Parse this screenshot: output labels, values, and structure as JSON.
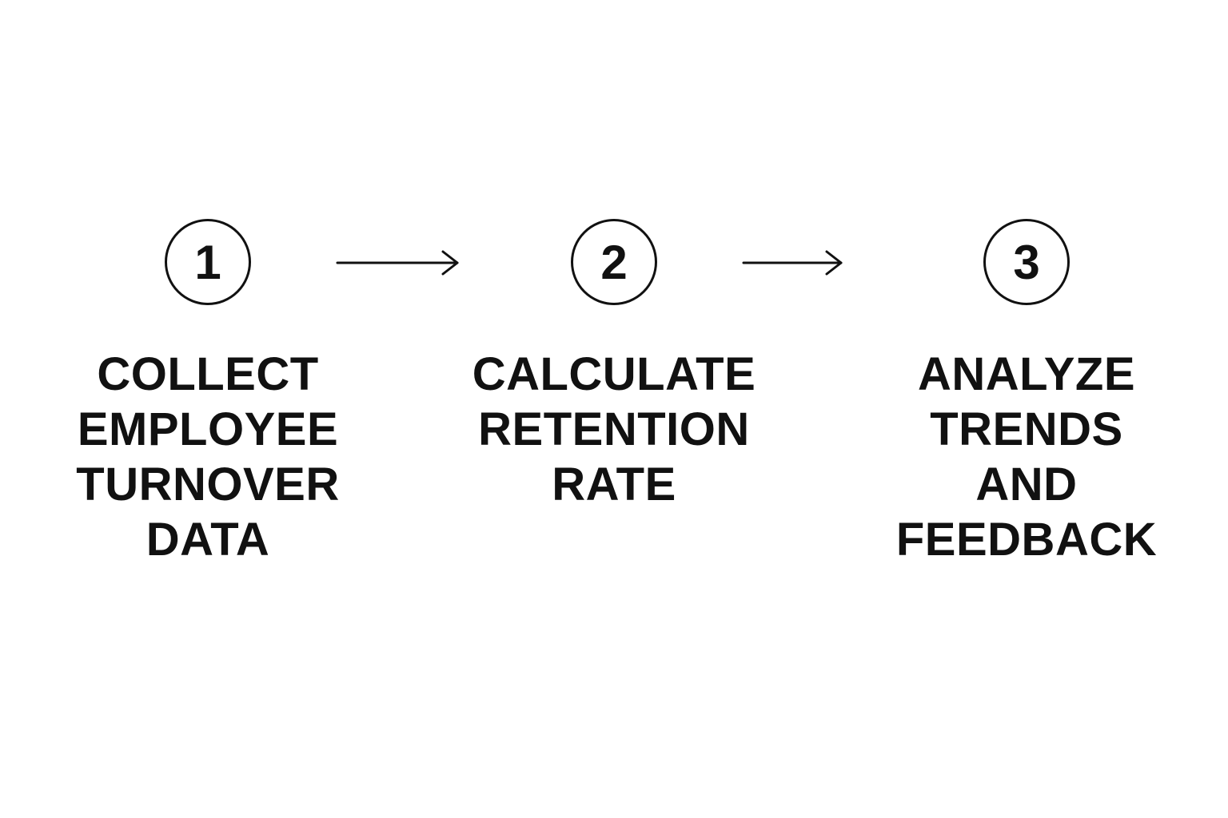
{
  "steps": [
    {
      "number": "1",
      "lines": [
        "COLLECT",
        "EMPLOYEE",
        "TURNOVER",
        "DATA"
      ]
    },
    {
      "number": "2",
      "lines": [
        "CALCULATE",
        "RETENTION",
        "RATE"
      ]
    },
    {
      "number": "3",
      "lines": [
        "ANALYZE",
        "TRENDS",
        "AND",
        "FEEDBACK"
      ]
    }
  ],
  "colors": {
    "ink": "#111111",
    "background": "#ffffff"
  },
  "icons": {
    "connector": "arrow-right-icon"
  }
}
